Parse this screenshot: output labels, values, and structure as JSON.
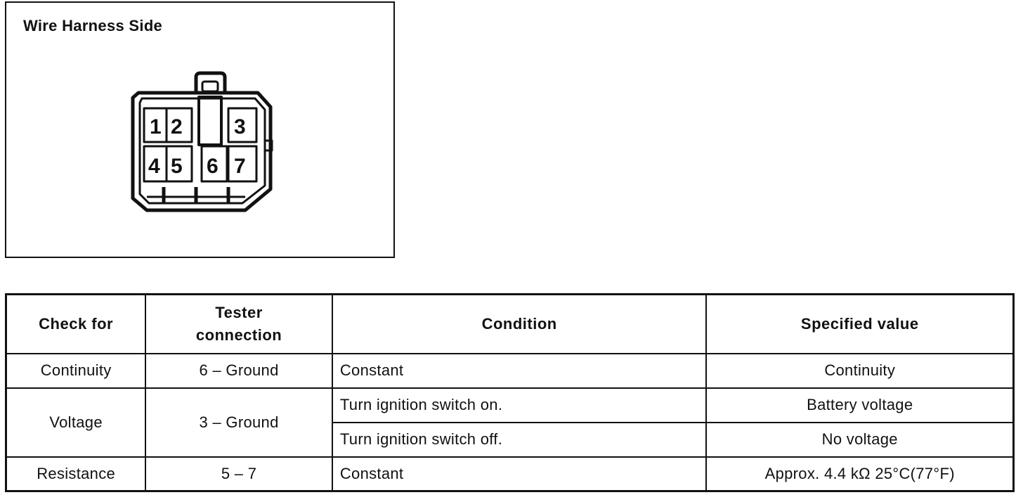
{
  "diagram": {
    "title": "Wire Harness Side",
    "pins": [
      "1",
      "2",
      "3",
      "4",
      "5",
      "6",
      "7"
    ]
  },
  "table": {
    "headers": {
      "check_for": "Check for",
      "tester_connection_line1": "Tester",
      "tester_connection_line2": "connection",
      "condition": "Condition",
      "specified_value": "Specified value"
    },
    "rows": [
      {
        "check_for": "Continuity",
        "tester_connection": "6 – Ground",
        "condition": "Constant",
        "specified_value": "Continuity"
      },
      {
        "check_for": "Voltage",
        "tester_connection": "3 – Ground",
        "conditions": [
          {
            "condition": "Turn ignition switch on.",
            "specified_value": "Battery voltage"
          },
          {
            "condition": "Turn ignition switch off.",
            "specified_value": "No voltage"
          }
        ]
      },
      {
        "check_for": "Resistance",
        "tester_connection": "5 – 7",
        "condition": "Constant",
        "specified_value": "Approx. 4.4 kΩ  25°C(77°F)"
      }
    ]
  }
}
